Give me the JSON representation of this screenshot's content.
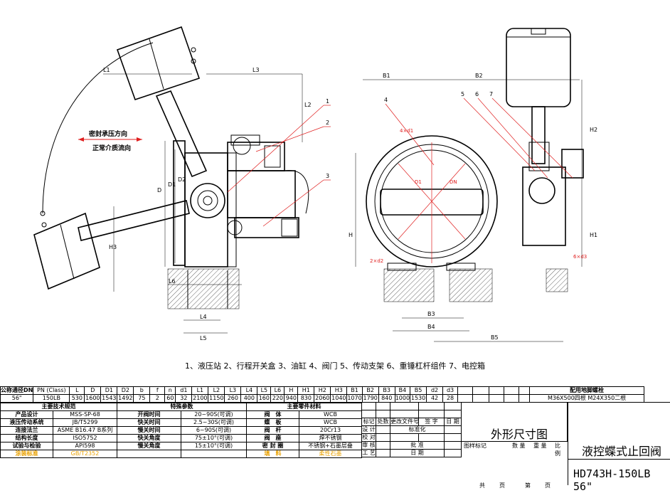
{
  "callouts": [
    "1",
    "2",
    "3",
    "4",
    "5",
    "6",
    "7"
  ],
  "flow": {
    "pressure_dir": "密封承压方向",
    "medium_dir": "正常介质流向"
  },
  "dims_left": {
    "L1": "L1",
    "L3": "L3",
    "L2": "L2",
    "L4": "L4",
    "L5": "L5",
    "L6": "L6",
    "D": "D",
    "D1": "D1",
    "D2": "D2",
    "H3": "H3"
  },
  "dims_right": {
    "B1": "B1",
    "B2": "B2",
    "B3": "B3",
    "B4": "B4",
    "B5": "B5",
    "H": "H",
    "H1": "H1",
    "H2": "H2",
    "D1": "D1",
    "DN": "DN",
    "nxd1": "4×d1",
    "nxd2": "2×d2",
    "nxd3": "6×d3"
  },
  "caption": "1、液压站 2、行程开关盒 3、油缸 4、阀门 5、传动支架 6、重锤杠杆组件 7、电控箱",
  "table": {
    "header": [
      "公称通径DN",
      "PN (Class)",
      "L",
      "D",
      "D1",
      "D2",
      "b",
      "f",
      "n",
      "d1",
      "L1",
      "L2",
      "L3",
      "L4",
      "L5",
      "L6",
      "H",
      "H1",
      "H2",
      "H3",
      "B1",
      "B2",
      "B3",
      "B4",
      "B5",
      "d2",
      "d3",
      "",
      "",
      "",
      "",
      "",
      "配用地脚螺栓"
    ],
    "values": [
      "56\"",
      "150LB",
      "530",
      "1600",
      "1543",
      "1492",
      "75",
      "2",
      "60",
      "32",
      "2100",
      "1150",
      "260",
      "400",
      "160",
      "220",
      "940",
      "830",
      "2060",
      "1040",
      "1070",
      "1790",
      "840",
      "1000",
      "1530",
      "42",
      "28",
      "",
      "",
      "",
      "",
      "",
      "M36X500四根    M24X350二根"
    ],
    "sec_main": "主要技术规范",
    "sec_special": "特殊参数",
    "sec_parts": "主要零件材料",
    "rows": [
      [
        "产品设计",
        "MSS-SP-68",
        "开阀时间",
        "20~90S(可调)",
        "阀　体",
        "WCB"
      ],
      [
        "液压传动系统",
        "JB/T5299",
        "快关时间",
        "2.5~30S(可调)",
        "蝶　板",
        "WCB"
      ],
      [
        "连接法兰",
        "ASME B16.47 B系列",
        "慢关时间",
        "6~90S(可调)",
        "阀　杆",
        "20Cr13"
      ],
      [
        "结构长度",
        "ISO5752",
        "快关角度",
        "75±10°(可调)",
        "阀　座",
        "焊不锈钢"
      ],
      [
        "试验与检验",
        "API598",
        "慢关角度",
        "15±10°(可调)",
        "密 封 圈",
        "不锈钢+石墨层叠"
      ],
      [
        "涂装标准",
        "GB/T2352",
        "",
        "",
        "填　料",
        "柔性石墨"
      ]
    ],
    "rev_headers": [
      "标记",
      "处数",
      "更改文件号",
      "签 字",
      "日 期"
    ],
    "sign_rows": [
      "设 计",
      "校 对",
      "审 核",
      "工 艺"
    ],
    "std": "标准化",
    "approve": "批 准",
    "date": "日 期",
    "stage_labels": [
      "图样标记",
      "数 量",
      "重 量",
      "比 例"
    ],
    "sheet_labels": [
      "共",
      "页",
      "第",
      "页"
    ]
  },
  "title": {
    "drawing": "外形尺寸图",
    "name": "液控蝶式止回阀",
    "code": "HD743H-150LB 56\""
  }
}
